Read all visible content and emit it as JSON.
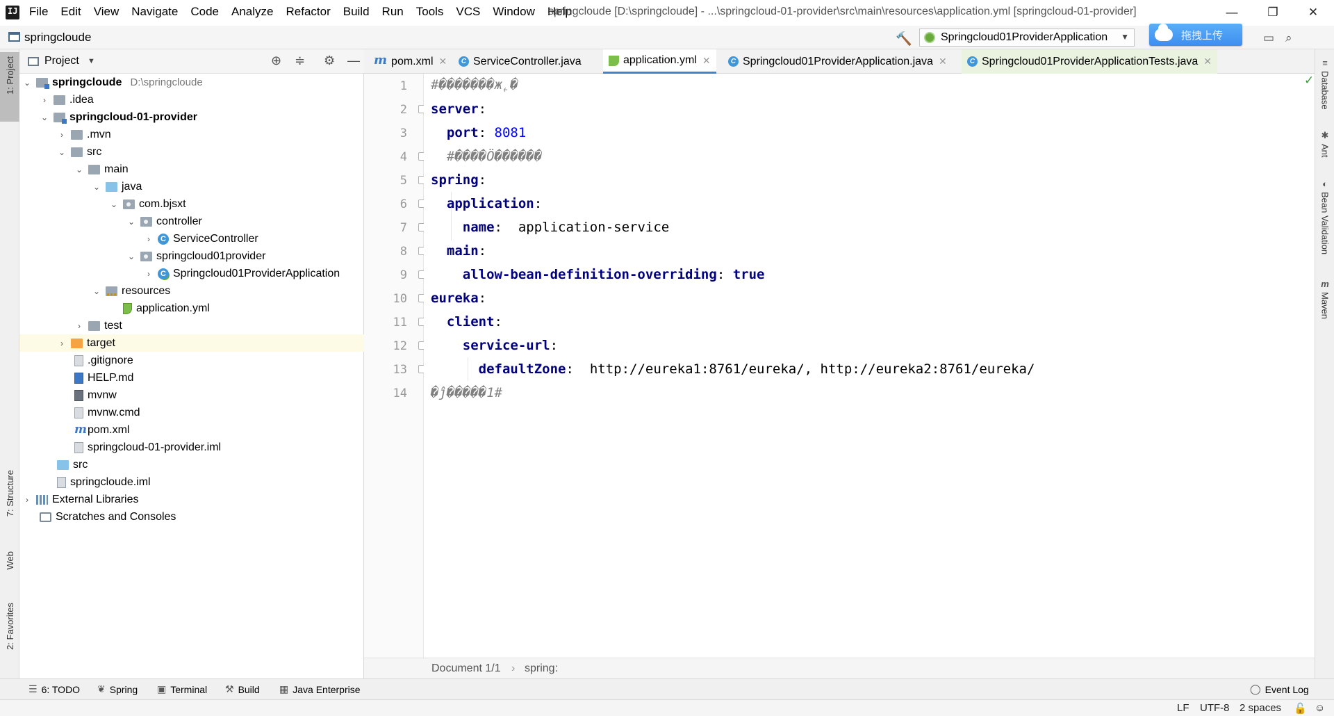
{
  "window": {
    "title": "springcloude [D:\\springcloude] - ...\\springcloud-01-provider\\src\\main\\resources\\application.yml [springcloud-01-provider]",
    "controls": {
      "minimize": "—",
      "restore": "❐",
      "close": "✕"
    }
  },
  "menu": [
    "File",
    "Edit",
    "View",
    "Navigate",
    "Code",
    "Analyze",
    "Refactor",
    "Build",
    "Run",
    "Tools",
    "VCS",
    "Window",
    "Help"
  ],
  "navbar": {
    "project": "springcloude",
    "run_config": "Springcloud01ProviderApplication",
    "upload_label": "拖拽上传"
  },
  "left_stripe": {
    "project_tab": "1: Project",
    "structure_tab": "7: Structure",
    "web_tab": "Web",
    "favorites_tab": "2: Favorites"
  },
  "project_panel": {
    "title": "Project",
    "tree": [
      {
        "label": "springcloude",
        "path": "D:\\springcloude",
        "bold": true
      },
      {
        "label": ".idea"
      },
      {
        "label": "springcloud-01-provider",
        "bold": true
      },
      {
        "label": ".mvn"
      },
      {
        "label": "src"
      },
      {
        "label": "main"
      },
      {
        "label": "java"
      },
      {
        "label": "com.bjsxt"
      },
      {
        "label": "controller"
      },
      {
        "label": "ServiceController"
      },
      {
        "label": "springcloud01provider"
      },
      {
        "label": "Springcloud01ProviderApplication"
      },
      {
        "label": "resources"
      },
      {
        "label": "application.yml"
      },
      {
        "label": "test"
      },
      {
        "label": "target"
      },
      {
        "label": ".gitignore"
      },
      {
        "label": "HELP.md"
      },
      {
        "label": "mvnw"
      },
      {
        "label": "mvnw.cmd"
      },
      {
        "label": "pom.xml"
      },
      {
        "label": "springcloud-01-provider.iml"
      },
      {
        "label": "src"
      },
      {
        "label": "springcloude.iml"
      },
      {
        "label": "External Libraries"
      },
      {
        "label": "Scratches and Consoles"
      }
    ]
  },
  "editor": {
    "tabs": [
      {
        "label": "pom.xml"
      },
      {
        "label": "ServiceController.java"
      },
      {
        "label": "application.yml"
      },
      {
        "label": "Springcloud01ProviderApplication.java"
      },
      {
        "label": "Springcloud01ProviderApplicationTests.java"
      }
    ],
    "active_tab": "application.yml",
    "line_numbers": [
      "1",
      "2",
      "3",
      "4",
      "5",
      "6",
      "7",
      "8",
      "9",
      "10",
      "11",
      "12",
      "13",
      "14"
    ],
    "lines": {
      "l1_comment": "#�������ж˿�",
      "l2_key": "server",
      "l3_key": "port",
      "l3_val": "8081",
      "l4_comment": "#����Ö������",
      "l5_key": "spring",
      "l6_key": "application",
      "l7_key": "name",
      "l7_val": "application-service",
      "l8_key": "main",
      "l9_key": "allow-bean-definition-overriding",
      "l9_val": "true",
      "l10_key": "eureka",
      "l11_key": "client",
      "l12_key": "service-url",
      "l13_key": "defaultZone",
      "l13_val": "http://eureka1:8761/eureka/, http://eureka2:8761/eureka/",
      "l14_comment": "�ĵ�����1#"
    },
    "breadcrumb": [
      "Document 1/1",
      "spring:"
    ]
  },
  "right_stripe": [
    "Database",
    "Ant",
    "Bean Validation",
    "Maven"
  ],
  "bottom_tools": [
    {
      "label": "6: TODO"
    },
    {
      "label": "Spring"
    },
    {
      "label": "Terminal"
    },
    {
      "label": "Build"
    },
    {
      "label": "Java Enterprise"
    }
  ],
  "event_log": "Event Log",
  "status": {
    "line_separator": "LF",
    "encoding": "UTF-8",
    "indent": "2 spaces"
  },
  "colors": {
    "yaml_key": "#000080",
    "yaml_number": "#0000ff",
    "comment": "#808080",
    "current_line": "#fdfbe6",
    "active_tab_underline": "#4083c9"
  }
}
